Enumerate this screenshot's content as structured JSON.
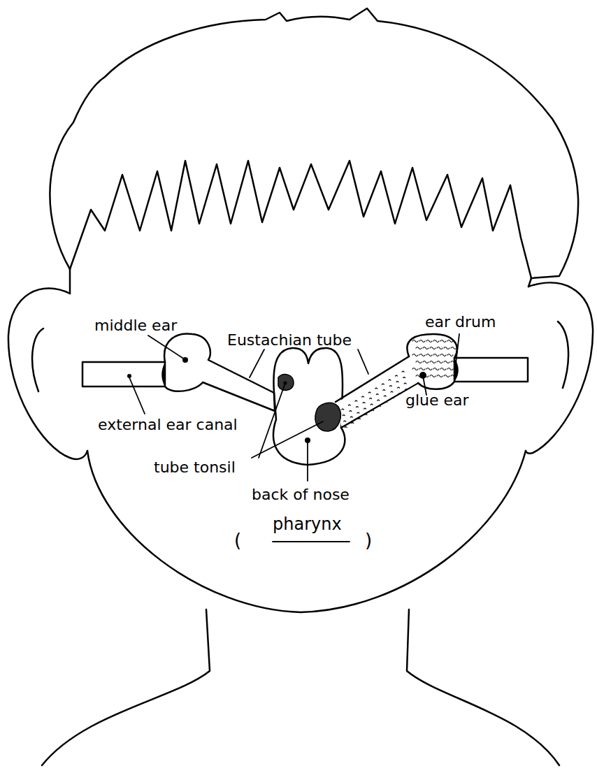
{
  "diagram": {
    "labels": [
      "middle ear",
      "Eustachian tube",
      "ear drum",
      "external ear canal",
      "glue ear",
      "tube tonsil",
      "back of nose",
      "(",
      "pharynx",
      ")"
    ]
  }
}
